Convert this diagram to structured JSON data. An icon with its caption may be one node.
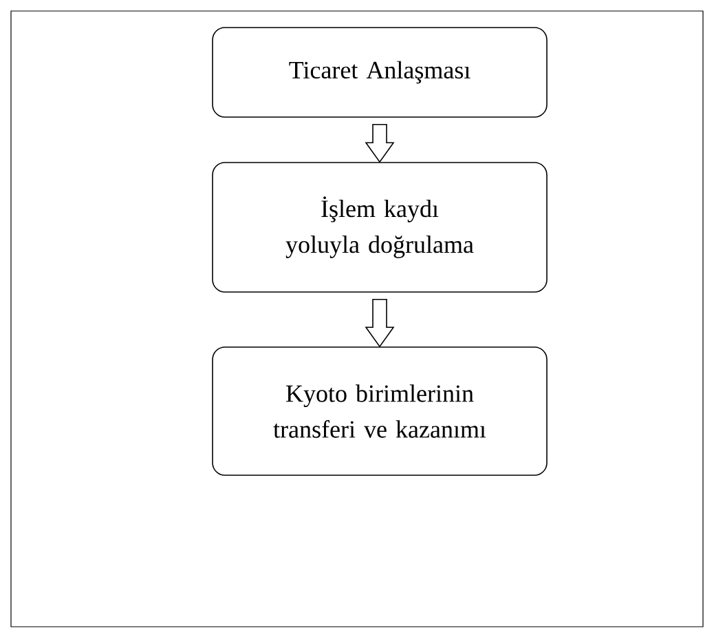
{
  "diagram": {
    "nodes": [
      {
        "text": [
          "Ticaret Anlaşması"
        ]
      },
      {
        "text": [
          "İşlem kaydı yoluyla doğrulama"
        ]
      },
      {
        "text": [
          "Kyoto birimlerinin transferi ve kazanımı"
        ]
      }
    ],
    "edges": [
      {
        "from": 0,
        "to": 1,
        "arrow": "to"
      },
      {
        "from": 1,
        "to": 2,
        "arrow": "to"
      }
    ]
  }
}
